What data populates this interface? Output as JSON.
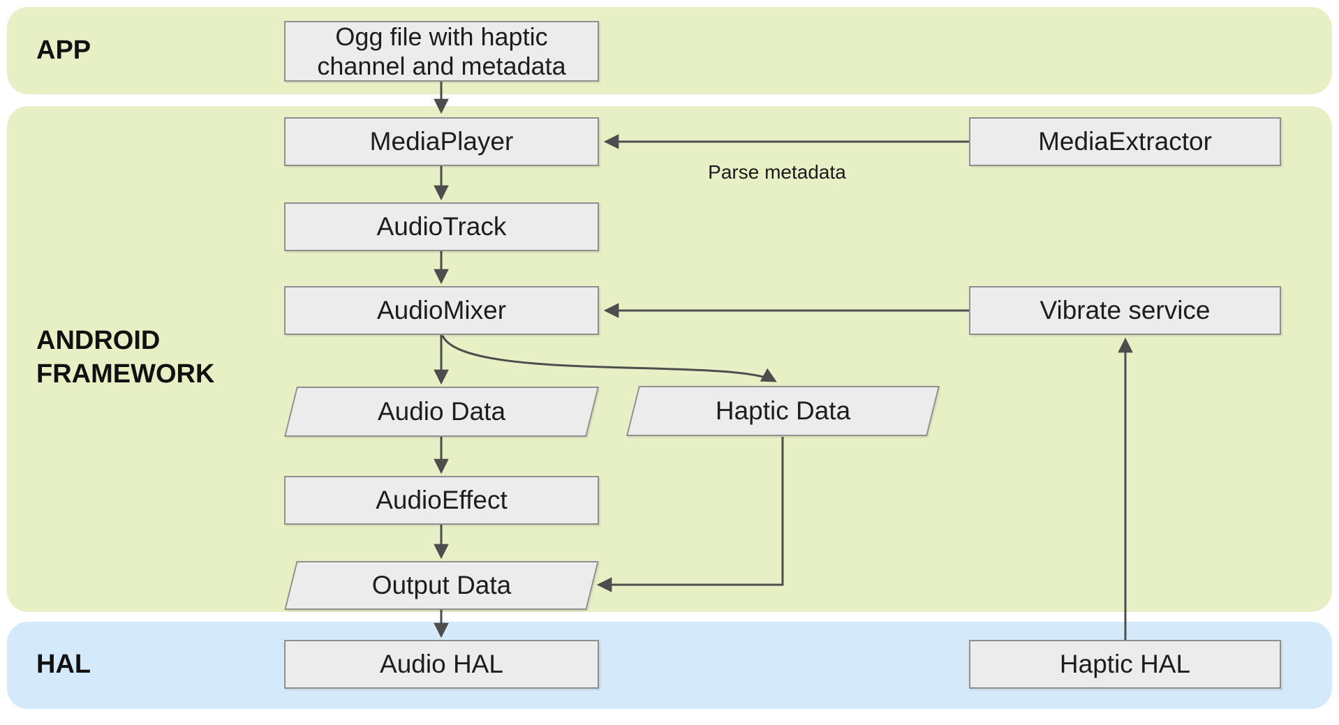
{
  "bands": {
    "app": {
      "label": "APP",
      "color": "#e7f0c5"
    },
    "framework": {
      "label": "ANDROID FRAMEWORK",
      "color": "#e7f0c5"
    },
    "hal": {
      "label": "HAL",
      "color": "#d4e9fa"
    }
  },
  "nodes": {
    "ogg_file": {
      "label": "Ogg file with haptic channel and metadata",
      "shape": "rect",
      "band": "app"
    },
    "media_player": {
      "label": "MediaPlayer",
      "shape": "rect",
      "band": "framework"
    },
    "audio_track": {
      "label": "AudioTrack",
      "shape": "rect",
      "band": "framework"
    },
    "audio_mixer": {
      "label": "AudioMixer",
      "shape": "rect",
      "band": "framework"
    },
    "media_extractor": {
      "label": "MediaExtractor",
      "shape": "rect",
      "band": "framework"
    },
    "vibrate_service": {
      "label": "Vibrate service",
      "shape": "rect",
      "band": "framework"
    },
    "audio_data": {
      "label": "Audio Data",
      "shape": "parallelogram",
      "band": "framework"
    },
    "haptic_data": {
      "label": "Haptic Data",
      "shape": "parallelogram",
      "band": "framework"
    },
    "audio_effect": {
      "label": "AudioEffect",
      "shape": "rect",
      "band": "framework"
    },
    "output_data": {
      "label": "Output Data",
      "shape": "parallelogram",
      "band": "framework"
    },
    "audio_hal": {
      "label": "Audio HAL",
      "shape": "rect",
      "band": "hal"
    },
    "haptic_hal": {
      "label": "Haptic HAL",
      "shape": "rect",
      "band": "hal"
    }
  },
  "edges": {
    "parse_metadata_label": "Parse metadata",
    "list": [
      {
        "from": "ogg_file",
        "to": "media_player"
      },
      {
        "from": "media_player",
        "to": "audio_track"
      },
      {
        "from": "audio_track",
        "to": "audio_mixer"
      },
      {
        "from": "audio_mixer",
        "to": "audio_data"
      },
      {
        "from": "audio_mixer",
        "to": "haptic_data"
      },
      {
        "from": "media_extractor",
        "to": "media_player",
        "label": "Parse metadata"
      },
      {
        "from": "vibrate_service",
        "to": "audio_mixer"
      },
      {
        "from": "audio_data",
        "to": "audio_effect"
      },
      {
        "from": "audio_effect",
        "to": "output_data"
      },
      {
        "from": "output_data",
        "to": "audio_hal"
      },
      {
        "from": "haptic_data",
        "to": "output_data"
      },
      {
        "from": "haptic_hal",
        "to": "vibrate_service"
      }
    ]
  },
  "colors": {
    "band_green": "#e7f0c5",
    "band_blue": "#d4e9fa",
    "node_fill": "#ececec",
    "node_border": "#8f8f8f",
    "arrow": "#4d4d4d",
    "text": "#1d1d1d"
  }
}
